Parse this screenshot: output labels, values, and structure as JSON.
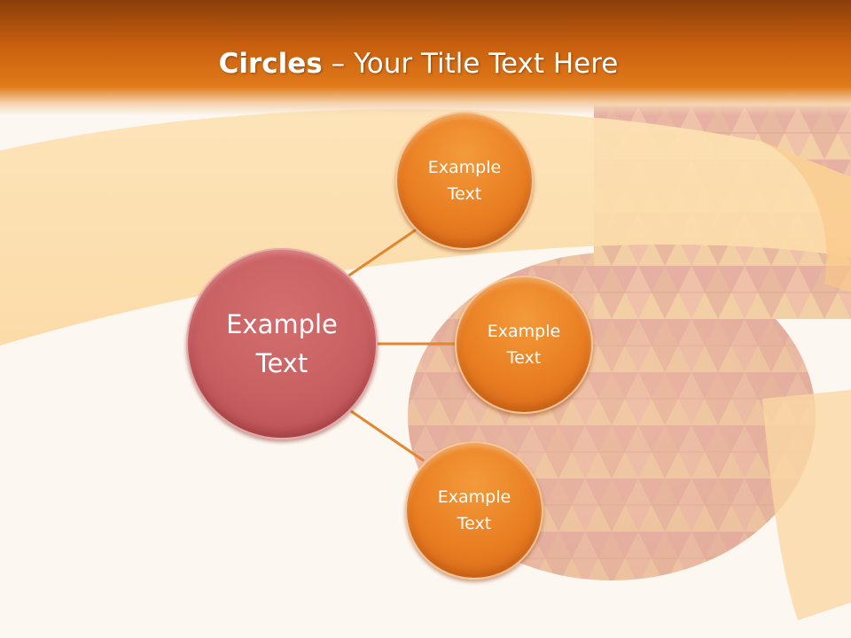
{
  "slide": {
    "title_bold": "Circles",
    "title_rest": " – Your Title Text Here"
  },
  "diagram": {
    "center": {
      "label": "Example\nText"
    },
    "nodes": [
      {
        "label": "Example\nText"
      },
      {
        "label": "Example\nText"
      },
      {
        "label": "Example\nText"
      }
    ]
  },
  "colors": {
    "header": "#c9600f",
    "center_circle": "#c86062",
    "node_circle": "#e97e22",
    "connector": "#e3862f"
  }
}
